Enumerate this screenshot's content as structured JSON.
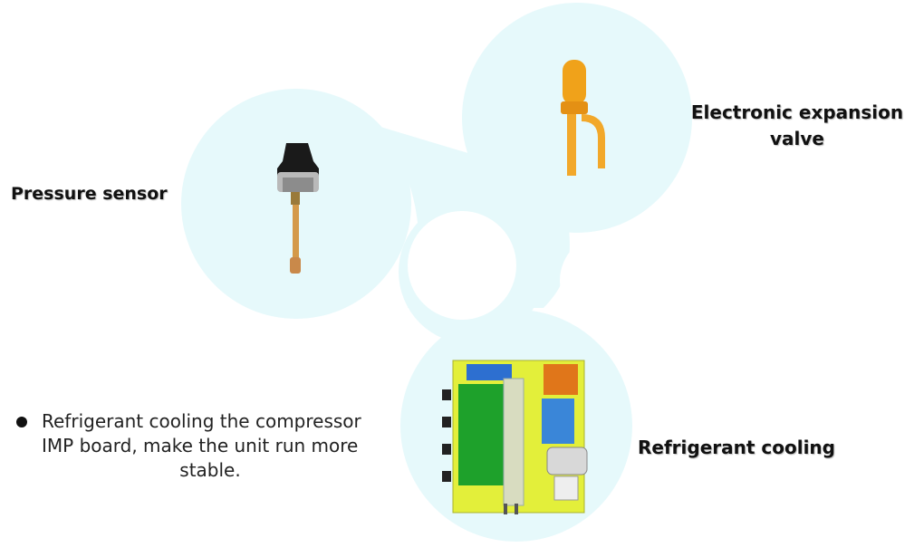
{
  "labels": {
    "pressure_sensor": "Pressure sensor",
    "expansion_valve_line1": "Electronic expansion",
    "expansion_valve_line2": "valve",
    "refrigerant_cooling": "Refrigerant cooling"
  },
  "bullet": {
    "line1": "Refrigerant cooling the compressor",
    "line2": "IMP board, make the unit run more",
    "line3": "stable."
  },
  "colors": {
    "bubble": "#e6f9fb",
    "valve_copper": "#f0a21a",
    "board_yellow": "#e3ef3a",
    "board_green": "#1ea12b"
  }
}
